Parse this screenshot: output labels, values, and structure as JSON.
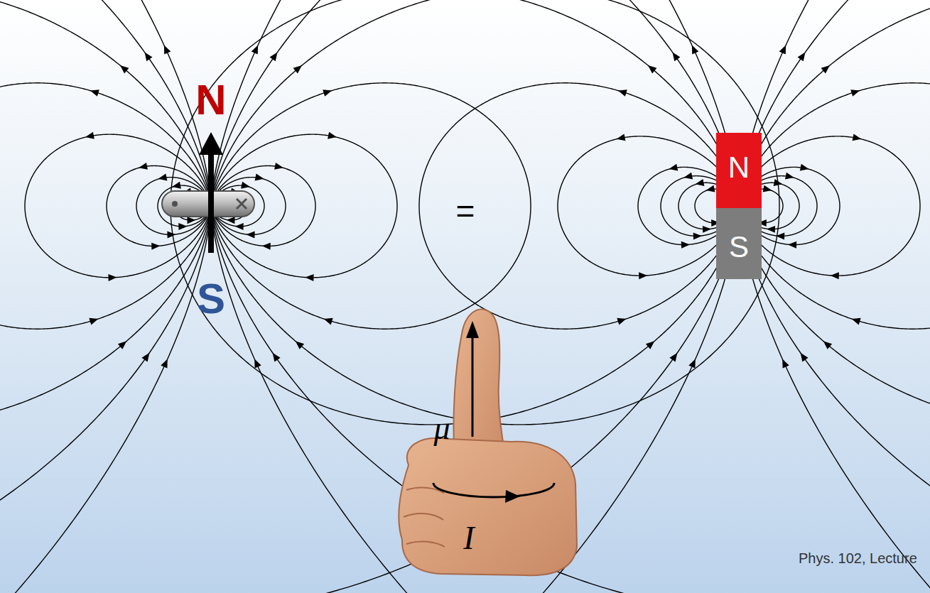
{
  "diagram": {
    "nodes": [
      {
        "text": [
          "N"
        ]
      },
      {
        "text": [
          "S"
        ]
      }
    ],
    "labels": [
      "N",
      "S",
      "=",
      "μ",
      "I",
      "Phys. 102, Lecture"
    ]
  }
}
